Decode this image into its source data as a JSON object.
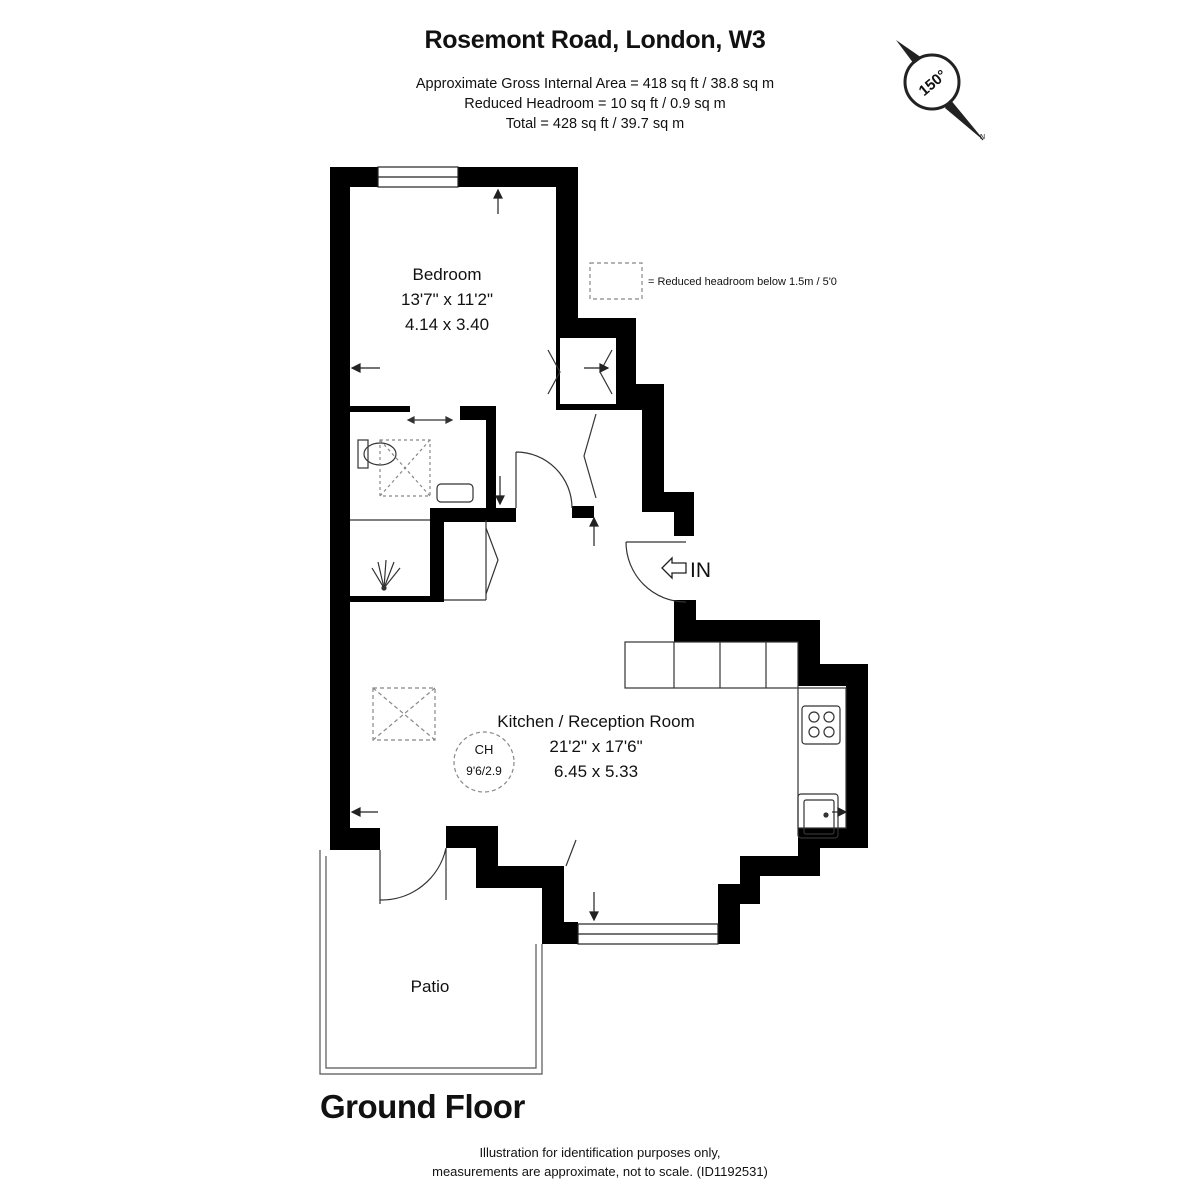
{
  "header": {
    "title": "Rosemont Road, London, W3",
    "area_lines": [
      "Approximate Gross Internal Area =  418 sq ft / 38.8 sq m",
      "Reduced Headroom =  10 sq ft / 0.9 sq m",
      "Total = 428 sq ft / 39.7 sq m"
    ]
  },
  "compass": {
    "text": "150°",
    "north": "N"
  },
  "legend": {
    "text": "= Reduced headroom below 1.5m / 5'0"
  },
  "rooms": {
    "bedroom": {
      "name": "Bedroom",
      "imperial": "13'7\" x 11'2\"",
      "metric": "4.14 x 3.40"
    },
    "kitchen": {
      "name": "Kitchen / Reception Room",
      "imperial": "21'2\" x 17'6\"",
      "metric": "6.45 x 5.33"
    },
    "patio": {
      "name": "Patio"
    }
  },
  "ceiling_height": {
    "label": "CH",
    "value": "9'6/2.9"
  },
  "entrance": {
    "label": "IN"
  },
  "footer": {
    "floor": "Ground Floor",
    "disclaimer": [
      "Illustration for identification purposes only,",
      "measurements are approximate, not to scale. (ID1192531)"
    ]
  },
  "colors": {
    "wall": "#000000",
    "background": "#ffffff",
    "line": "#333333",
    "dashed": "#888888"
  }
}
